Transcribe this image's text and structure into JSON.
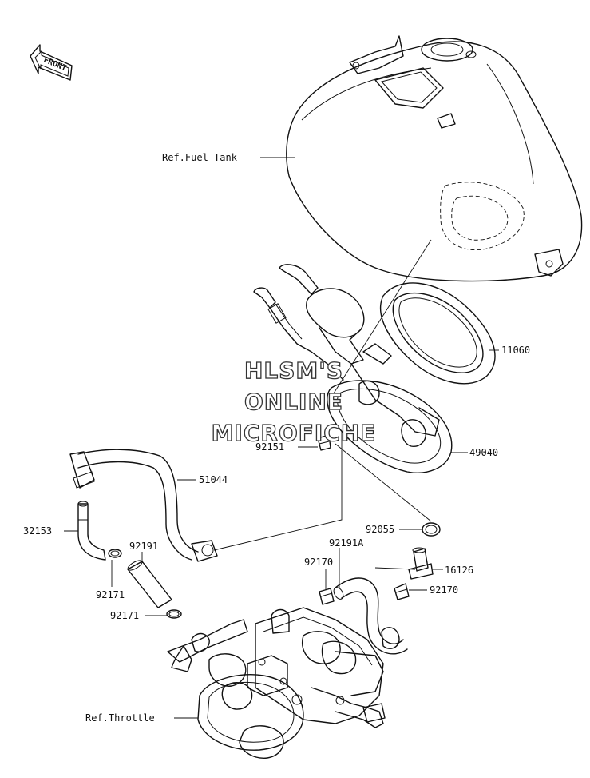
{
  "front_badge": "FRONT",
  "watermark": {
    "line1": "HLSM'S",
    "line2": "ONLINE",
    "line3": "MICROFICHE"
  },
  "labels": {
    "ref_fuel_tank": "Ref.Fuel Tank",
    "p11060": "11060",
    "p92151": "92151",
    "p49040": "49040",
    "p51044": "51044",
    "p32153": "32153",
    "p92191": "92191",
    "p92055": "92055",
    "p92191a": "92191A",
    "p92170a": "92170",
    "p16126": "16126",
    "p92170b": "92170",
    "p92171a": "92171",
    "p92171b": "92171",
    "ref_throttle": "Ref.Throttle"
  }
}
